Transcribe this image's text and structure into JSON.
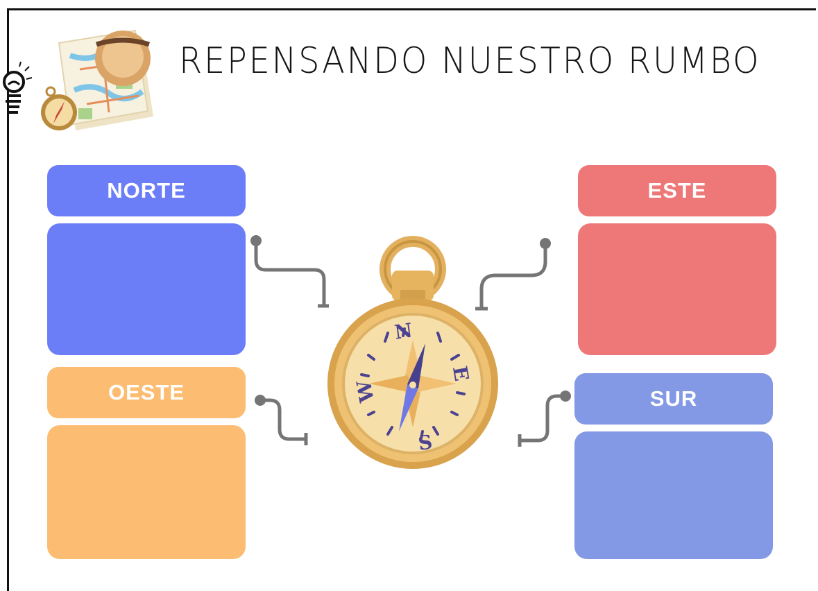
{
  "title": "REPENSANDO NUESTRO RUMBO",
  "sections": {
    "norte": {
      "label": "NORTE"
    },
    "este": {
      "label": "ESTE"
    },
    "oeste": {
      "label": "OESTE"
    },
    "sur": {
      "label": "SUR"
    }
  },
  "compass": {
    "n": "N",
    "e": "E",
    "s": "S",
    "w": "W"
  },
  "colors": {
    "norte": "#6c7ef7",
    "este": "#ee7778",
    "oeste": "#fcbd72",
    "sur": "#8499e5",
    "connector": "#757575"
  },
  "icons": [
    "lightbulb-icon",
    "map-icon",
    "explorer-hat-icon",
    "small-compass-icon",
    "compass-illustration"
  ]
}
